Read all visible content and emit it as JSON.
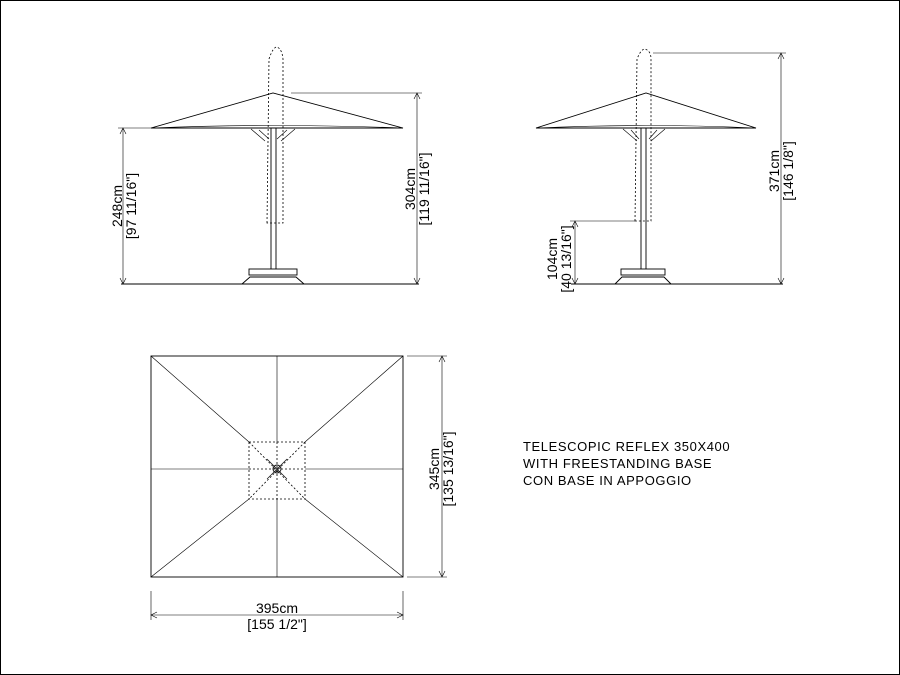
{
  "side_view_left": {
    "dim_left_cm": "248cm",
    "dim_left_in": "[97 11/16\"]",
    "dim_right_cm": "304cm",
    "dim_right_in": "[119 11/16\"]"
  },
  "side_view_right": {
    "dim_left_cm": "104cm",
    "dim_left_in": "[40 13/16\"]",
    "dim_right_cm": "371cm",
    "dim_right_in": "[146 1/8\"]"
  },
  "top_view": {
    "width_cm": "395cm",
    "width_in": "[155 1/2\"]",
    "depth_cm": "345cm",
    "depth_in": "[135 13/16\"]"
  },
  "title": {
    "line1": "TELESCOPIC REFLEX 350X400",
    "line2": "WITH FREESTANDING BASE",
    "line3": "CON BASE IN APPOGGIO"
  }
}
